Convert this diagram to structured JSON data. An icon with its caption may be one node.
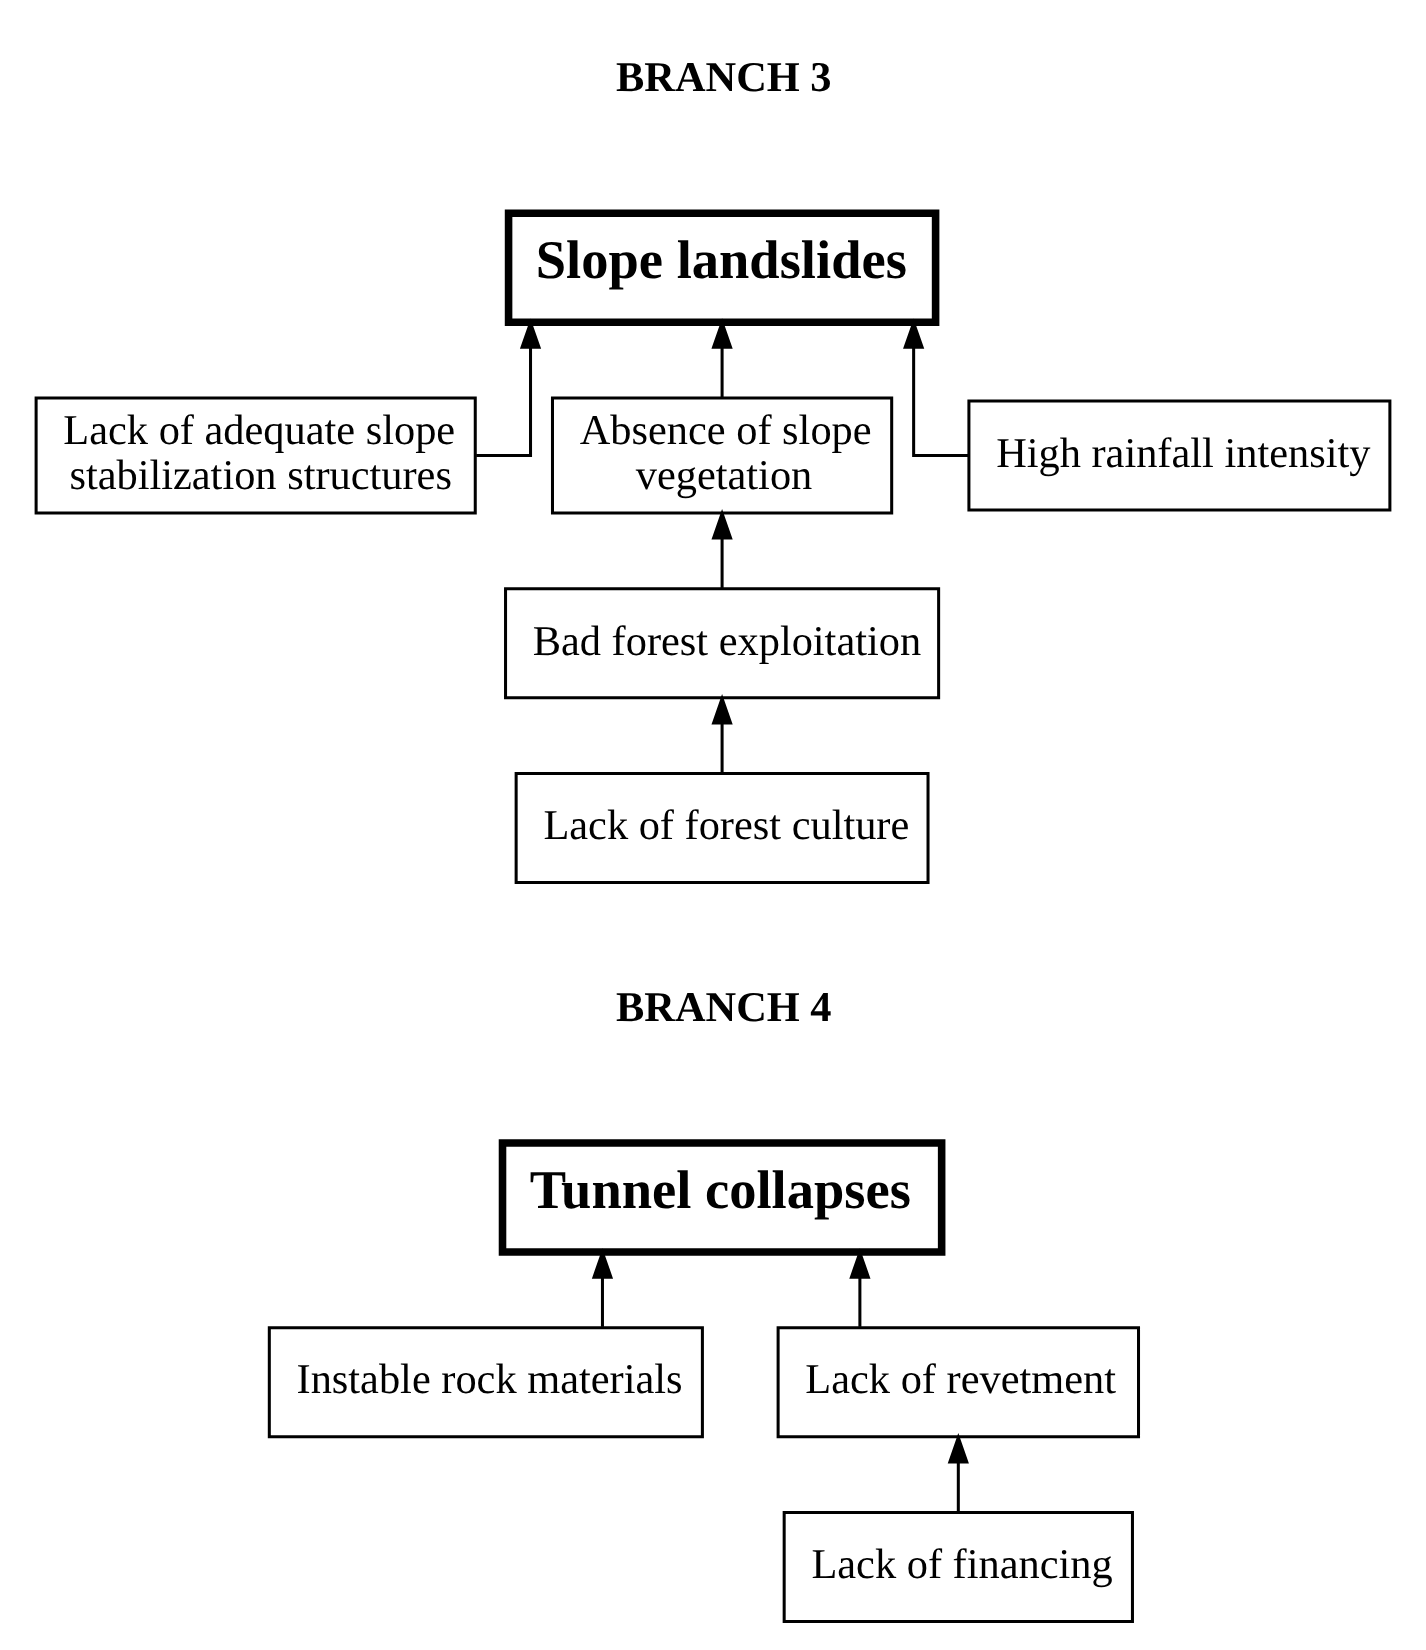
{
  "diagram": {
    "nodes": [
      {
        "text": [
          "Slope landslides"
        ]
      },
      {
        "text": [
          "Lack of adequate slope stabilization structures"
        ]
      },
      {
        "text": [
          "Absence of slope vegetation"
        ]
      },
      {
        "text": [
          "High rainfall intensity"
        ]
      },
      {
        "text": [
          "Bad forest exploitation"
        ]
      },
      {
        "text": [
          "Lack of forest culture"
        ]
      },
      {
        "text": [
          "Tunnel collapses"
        ]
      },
      {
        "text": [
          "Instable rock materials"
        ]
      },
      {
        "text": [
          "Lack of revetment"
        ]
      },
      {
        "text": [
          "Lack of financing"
        ]
      }
    ],
    "edges": [
      {
        "from": 1,
        "to": 0,
        "arrow": "to"
      },
      {
        "from": 2,
        "to": 0,
        "arrow": "to"
      },
      {
        "from": 3,
        "to": 0,
        "arrow": "to"
      },
      {
        "from": 4,
        "to": 2,
        "arrow": "to"
      },
      {
        "from": 5,
        "to": 4,
        "arrow": "to"
      },
      {
        "from": 7,
        "to": 6,
        "arrow": "to"
      },
      {
        "from": 8,
        "to": 6,
        "arrow": "to"
      },
      {
        "from": 9,
        "to": 8,
        "arrow": "to"
      }
    ],
    "labels": [
      "BRANCH 3",
      "BRANCH 4"
    ]
  }
}
